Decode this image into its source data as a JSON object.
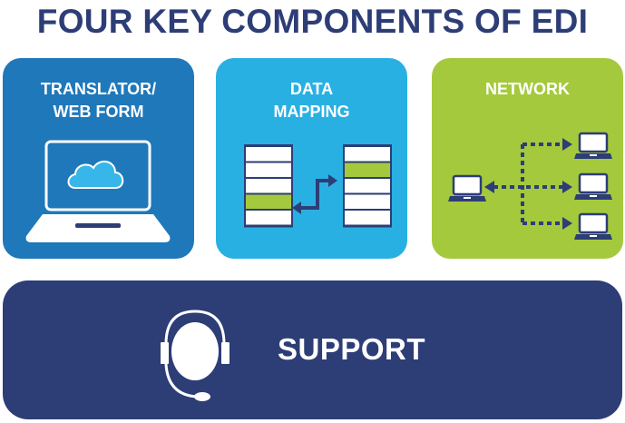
{
  "title": "FOUR KEY COMPONENTS OF EDI",
  "colors": {
    "navy": "#2d3d76",
    "translator_blue": "#1f78ba",
    "mapping_blue": "#29b0e3",
    "network_green": "#a5c93c",
    "cloud_blue": "#37b6e9",
    "highlight_green": "#a5c93c",
    "white": "#ffffff"
  },
  "components": [
    {
      "id": "translator",
      "label_lines": [
        "TRANSLATOR/",
        "WEB FORM"
      ],
      "icon": "laptop-cloud-icon"
    },
    {
      "id": "mapping",
      "label_lines": [
        "DATA",
        "MAPPING"
      ],
      "icon": "data-mapping-icon",
      "left_table_rows": 5,
      "left_highlight_row": 4,
      "right_table_rows": 5,
      "right_highlight_row": 2
    },
    {
      "id": "network",
      "label_lines": [
        "NETWORK"
      ],
      "icon": "network-icon",
      "connected_computers": 3
    }
  ],
  "support": {
    "label": "SUPPORT",
    "icon": "headset-icon"
  }
}
